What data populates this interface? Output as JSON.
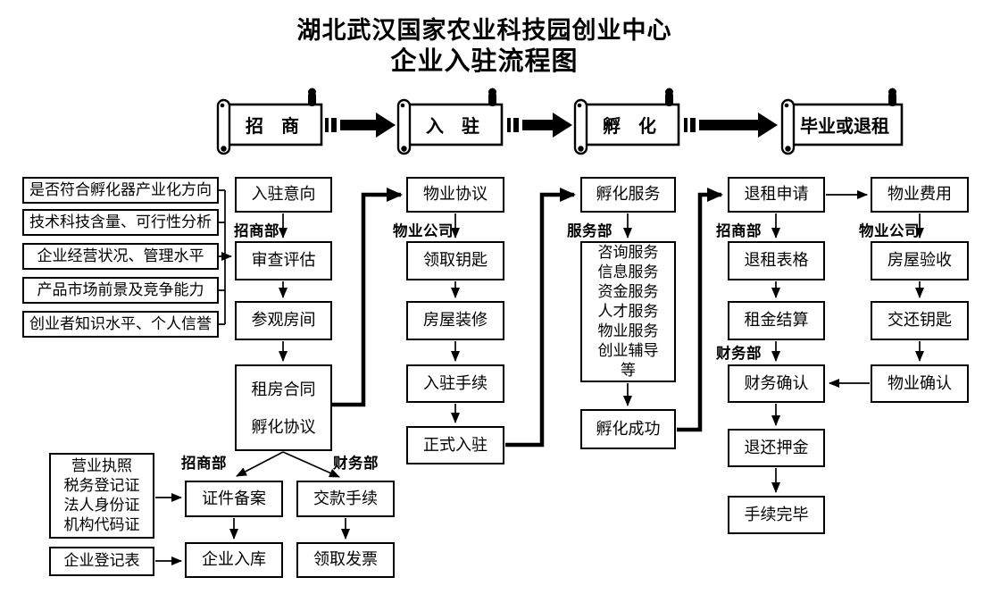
{
  "title": {
    "line1": "湖北武汉国家农业科技园创业中心",
    "line2": "企业入驻流程图"
  },
  "stages": [
    {
      "label": "招　商"
    },
    {
      "label": "入　驻"
    },
    {
      "label": "孵　化"
    },
    {
      "label": "毕业或退租"
    }
  ],
  "criteria": [
    "是否符合孵化器产业化方向",
    "技术科技含量、可行性分析",
    "企业经营状况、管理水平",
    "产品市场前景及竞争能力",
    "创业者知识水平、个人信誉"
  ],
  "intake": {
    "dept": "招商部",
    "intent": "入驻意向",
    "review": "审查评估",
    "visit": "参观房间",
    "contract_line1": "租房合同",
    "contract_line2": "孵化协议"
  },
  "property_in": {
    "dept": "物业公司",
    "agreement": "物业协议",
    "keys": "领取钥匙",
    "renovation": "房屋装修",
    "procedure": "入驻手续",
    "move_in": "正式入驻"
  },
  "incubation": {
    "dept": "服务部",
    "service": "孵化服务",
    "services": [
      "咨询服务",
      "信息服务",
      "资金服务",
      "人才服务",
      "物业服务",
      "创业辅导",
      "等"
    ],
    "success": "孵化成功"
  },
  "exit": {
    "dept_invest": "招商部",
    "dept_finance": "财务部",
    "apply": "退租申请",
    "form": "退租表格",
    "rent": "租金结算",
    "finance_confirm": "财务确认",
    "deposit": "退还押金",
    "complete": "手续完毕"
  },
  "property_out": {
    "dept": "物业公司",
    "fee": "物业费用",
    "inspect": "房屋验收",
    "keys_return": "交还钥匙",
    "confirm": "物业确认"
  },
  "registration": {
    "dept_invest": "招商部",
    "dept_finance": "财务部",
    "docs": [
      "营业执照",
      "税务登记证",
      "法人身份证",
      "机构代码证"
    ],
    "form": "企业登记表",
    "filing": "证件备案",
    "storage": "企业入库",
    "payment": "交款手续",
    "invoice": "领取发票"
  }
}
